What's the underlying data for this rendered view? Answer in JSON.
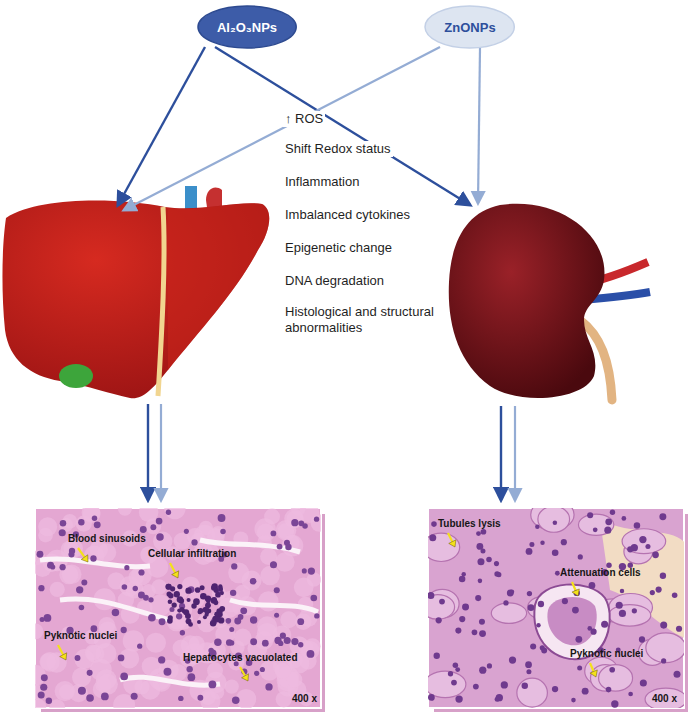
{
  "diagram": {
    "nodes": [
      {
        "text": [
          "Al₂O₃NPs"
        ]
      },
      {
        "text": [
          "ZnONPs"
        ]
      }
    ],
    "labels": [
      "↑ ROS",
      "Shift Redox status",
      "Inflammation",
      "Imbalanced cytokines",
      "Epigenetic change",
      "DNA degradation",
      "Histological and structural abnormalities",
      "Blood sinusoids",
      "Cellular infiltration",
      "Pyknotic nuclei",
      "Hepatocytes vacuolated",
      "400 x",
      "Tubules lysis",
      "Attenuation cells",
      "Pyknotic nuclei",
      "400 x"
    ]
  }
}
